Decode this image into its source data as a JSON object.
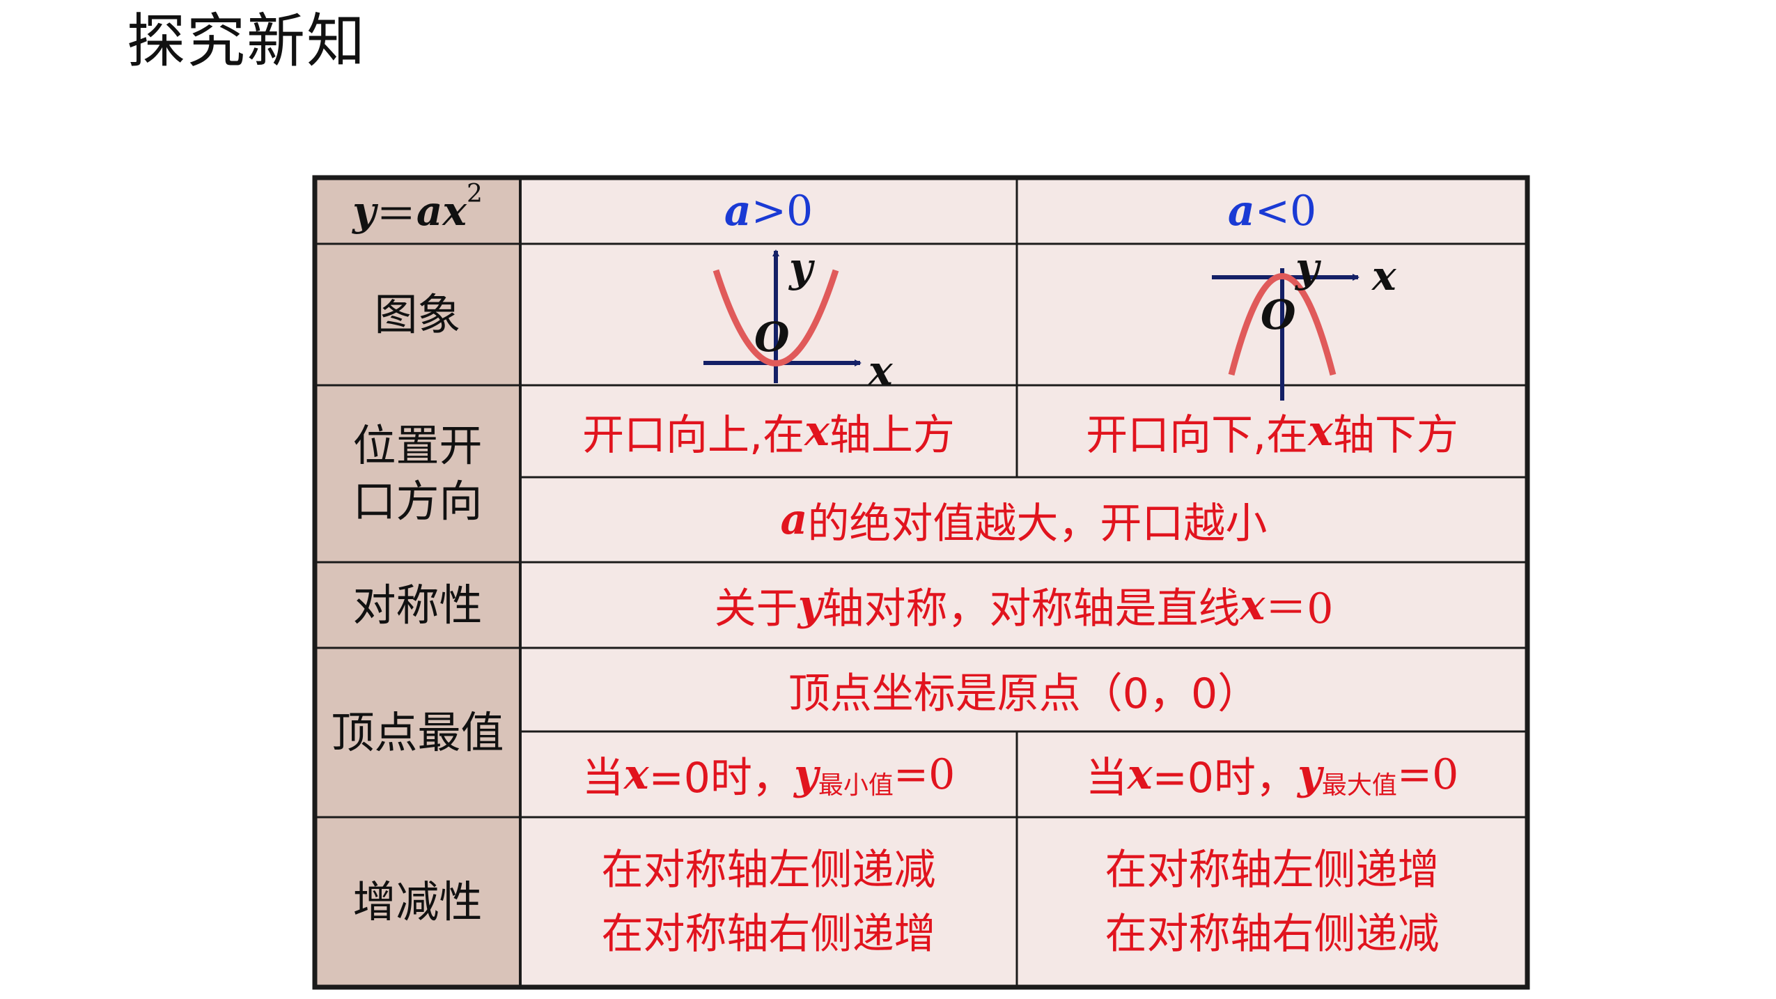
{
  "title": "探究新知",
  "colors": {
    "header_bg": "#d9c3b9",
    "cell_bg": "#f4e8e6",
    "grid": "#1b1b1b",
    "red_text": "#e1141e",
    "blue_text": "#1a3ad4",
    "curve": "#e05a5a",
    "axis": "#142066"
  },
  "header_row": {
    "formula_y": "y",
    "formula_eq": "＝",
    "formula_ax": "ax",
    "formula_exp": "2",
    "a_pos_var": "a",
    "a_pos_rest": ">0",
    "a_neg_var": "a",
    "a_neg_rest": "<0"
  },
  "rows": {
    "graph_label": "图象",
    "position_label_1": "位置开",
    "position_label_2": "口方向",
    "symmetry_label": "对称性",
    "vertex_label": "顶点最值",
    "monotonic_label": "增减性"
  },
  "graphs": {
    "pos": {
      "y_label": "y",
      "x_label": "x",
      "origin_label": "O",
      "icon": "upward-parabola"
    },
    "neg": {
      "y_label": "y",
      "x_label": "x",
      "origin_label": "O",
      "icon": "downward-parabola"
    }
  },
  "position": {
    "pos_a": "开口向上,在",
    "pos_x": "x",
    "pos_b": "轴上方",
    "neg_a": "开口向下,在",
    "neg_x": "x",
    "neg_b": "轴下方",
    "abs_a": "a",
    "abs_rest": "的绝对值越大，开口越小"
  },
  "symmetry": {
    "part1": "关于",
    "y": "y",
    "part2": "轴对称，对称轴是直线",
    "x": "x",
    "part3": "＝0"
  },
  "vertex": {
    "coord": "顶点坐标是原点（0，0）",
    "pos_when": "当",
    "pos_x": "x",
    "pos_eq": "=0时，",
    "pos_y": "y",
    "pos_sub": "最小值",
    "pos_val": "=0",
    "neg_when": "当",
    "neg_x": "x",
    "neg_eq": "=0时，",
    "neg_y": "y",
    "neg_sub": "最大值",
    "neg_val": "=0"
  },
  "monotonic": {
    "pos_line1": "在对称轴左侧递减",
    "pos_line2": "在对称轴右侧递增",
    "neg_line1": "在对称轴左侧递增",
    "neg_line2": "在对称轴右侧递减"
  }
}
